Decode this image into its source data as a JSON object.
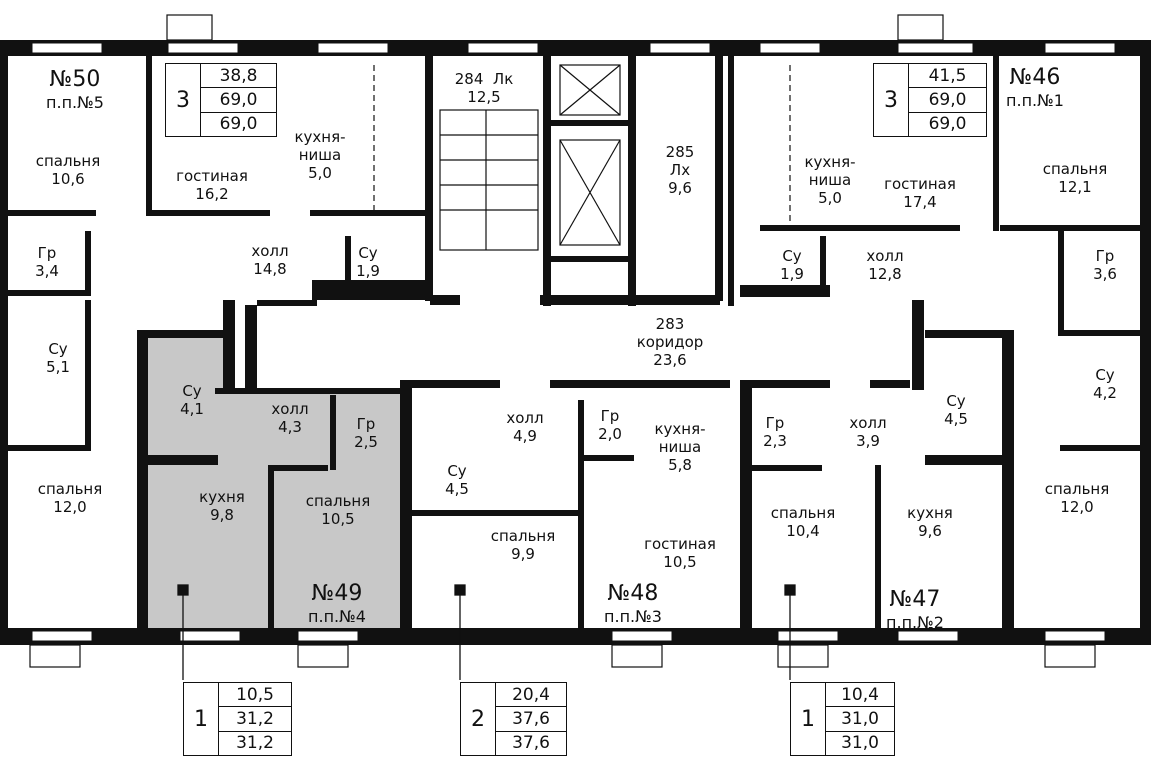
{
  "colors": {
    "wall": "#111111",
    "highlight": "#c8c8c8",
    "background": "#ffffff"
  },
  "apartments": [
    {
      "number": "№50",
      "pp": "п.п.№5"
    },
    {
      "number": "№46",
      "pp": "п.п.№1"
    },
    {
      "number": "№49",
      "pp": "п.п.№4"
    },
    {
      "number": "№48",
      "pp": "п.п.№3"
    },
    {
      "number": "№47",
      "pp": "п.п.№2"
    }
  ],
  "legend_boxes": [
    {
      "rooms": "3",
      "values": [
        "38,8",
        "69,0",
        "69,0"
      ]
    },
    {
      "rooms": "3",
      "values": [
        "41,5",
        "69,0",
        "69,0"
      ]
    },
    {
      "rooms": "1",
      "values": [
        "10,5",
        "31,2",
        "31,2"
      ]
    },
    {
      "rooms": "2",
      "values": [
        "20,4",
        "37,6",
        "37,6"
      ]
    },
    {
      "rooms": "1",
      "values": [
        "10,4",
        "31,0",
        "31,0"
      ]
    }
  ],
  "rooms": [
    {
      "name": "спальня",
      "area": "10,6"
    },
    {
      "name": "гостиная",
      "area": "16,2"
    },
    {
      "name": "кухня-\nниша",
      "area": "5,0"
    },
    {
      "name": "284  Лк",
      "area": "12,5"
    },
    {
      "name": "285\nЛх",
      "area": "9,6"
    },
    {
      "name": "кухня-\nниша",
      "area": "5,0"
    },
    {
      "name": "гостиная",
      "area": "17,4"
    },
    {
      "name": "спальня",
      "area": "12,1"
    },
    {
      "name": "Гр",
      "area": "3,4"
    },
    {
      "name": "холл",
      "area": "14,8"
    },
    {
      "name": "Су",
      "area": "1,9"
    },
    {
      "name": "Су",
      "area": "1,9"
    },
    {
      "name": "холл",
      "area": "12,8"
    },
    {
      "name": "Гр",
      "area": "3,6"
    },
    {
      "name": "Су",
      "area": "5,1"
    },
    {
      "name": "283\nкоридор",
      "area": "23,6"
    },
    {
      "name": "Су",
      "area": "4,1"
    },
    {
      "name": "холл",
      "area": "4,3"
    },
    {
      "name": "Гр",
      "area": "2,5"
    },
    {
      "name": "холл",
      "area": "4,9"
    },
    {
      "name": "Гр",
      "area": "2,0"
    },
    {
      "name": "кухня-\nниша",
      "area": "5,8"
    },
    {
      "name": "Гр",
      "area": "2,3"
    },
    {
      "name": "холл",
      "area": "3,9"
    },
    {
      "name": "Су",
      "area": "4,5"
    },
    {
      "name": "Су",
      "area": "4,2"
    },
    {
      "name": "Су",
      "area": "4,5"
    },
    {
      "name": "спальня",
      "area": "12,0"
    },
    {
      "name": "кухня",
      "area": "9,8"
    },
    {
      "name": "спальня",
      "area": "10,5"
    },
    {
      "name": "спальня",
      "area": "9,9"
    },
    {
      "name": "гостиная",
      "area": "10,5"
    },
    {
      "name": "спальня",
      "area": "10,4"
    },
    {
      "name": "кухня",
      "area": "9,6"
    },
    {
      "name": "спальня",
      "area": "12,0"
    }
  ]
}
